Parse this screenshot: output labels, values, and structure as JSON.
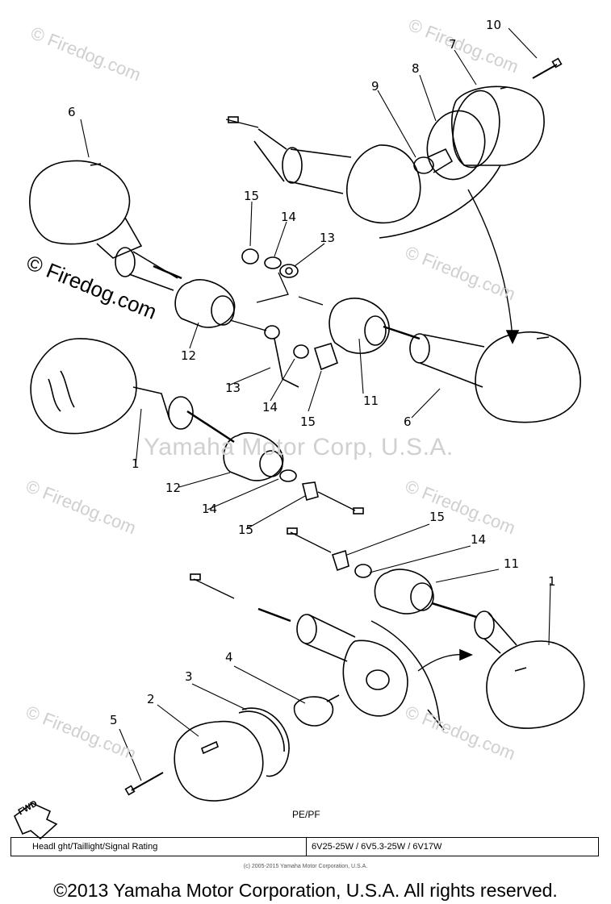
{
  "watermarks": {
    "firedog": "© Firedog.com",
    "yamaha": "Yamaha Motor Corp, U.S.A."
  },
  "callouts": [
    "1",
    "2",
    "3",
    "4",
    "5",
    "6",
    "7",
    "8",
    "9",
    "10",
    "11",
    "12",
    "13",
    "14",
    "15"
  ],
  "model_code": "PE/PF",
  "rating_table": {
    "label": "Headl ght/Taillight/Signal Rating",
    "value": "6V25-25W / 6V5.3-25W / 6V17W"
  },
  "small_copyright": "(c) 2005-2015 Yamaha Motor Corporation, U.S.A.",
  "copyright": "©2013 Yamaha Motor Corporation, U.S.A. All rights reserved.",
  "fwd_label": "FWD",
  "colors": {
    "line": "#000000",
    "watermark": "#cfcfcf",
    "background": "#ffffff"
  }
}
